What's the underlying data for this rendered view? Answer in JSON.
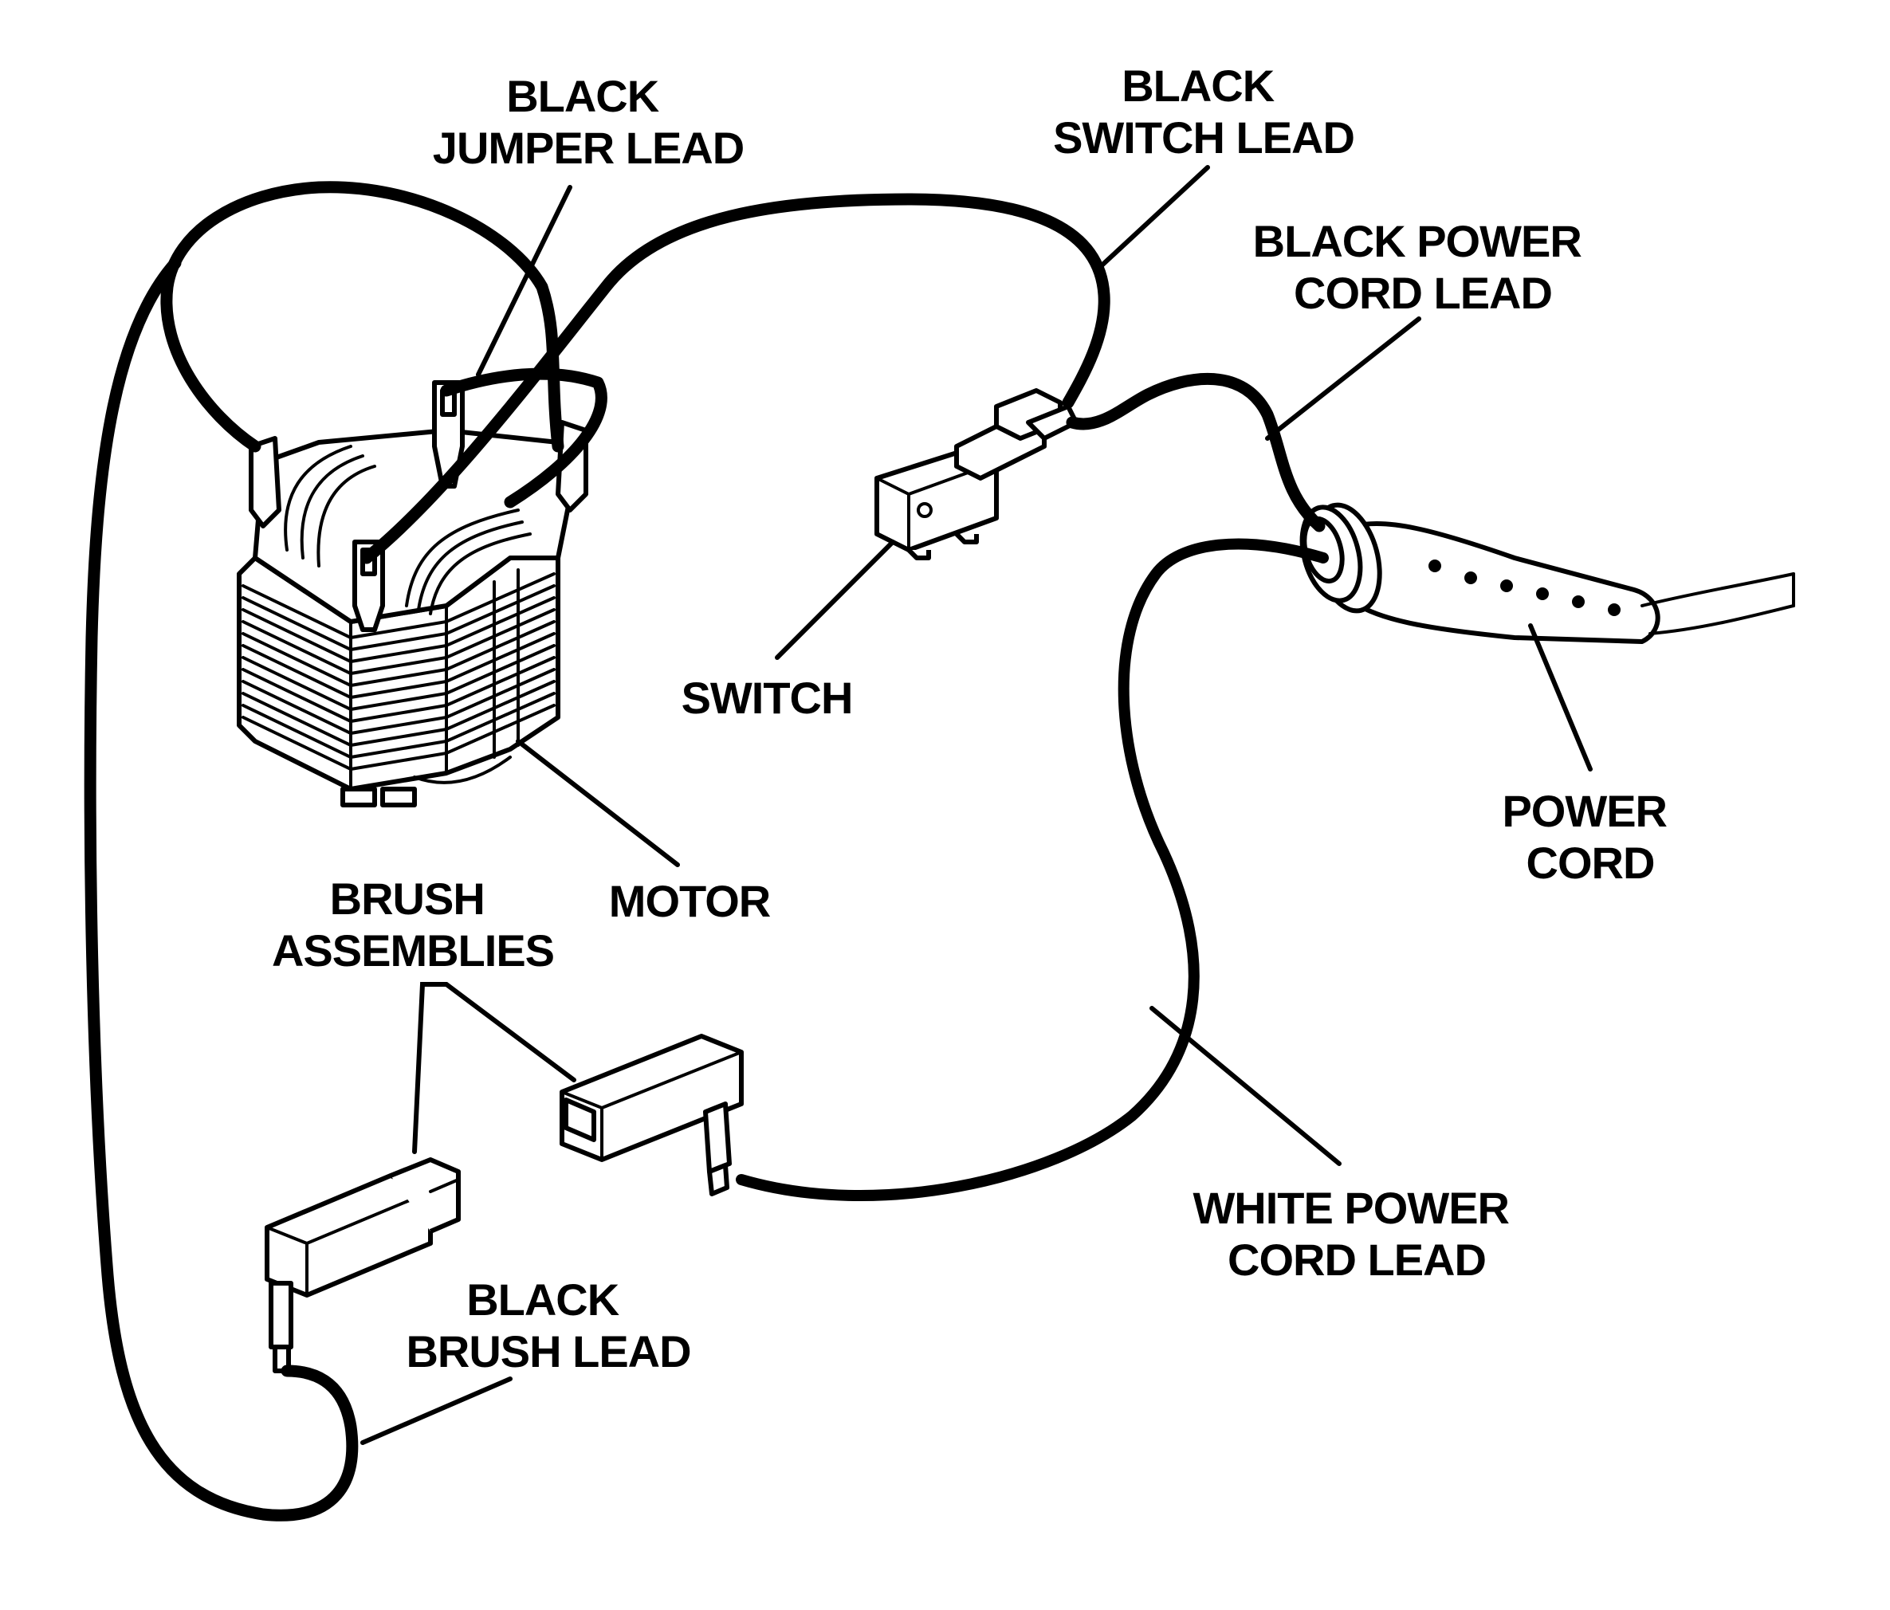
{
  "labels": {
    "black_jumper_lead": [
      "BLACK",
      "JUMPER LEAD"
    ],
    "black_switch_lead": [
      "BLACK",
      "SWITCH LEAD"
    ],
    "black_power_cord_lead": [
      "BLACK POWER",
      "CORD LEAD"
    ],
    "switch": [
      "SWITCH"
    ],
    "power_cord": [
      "POWER",
      "CORD"
    ],
    "motor": [
      "MOTOR"
    ],
    "brush_assemblies": [
      "BRUSH",
      "ASSEMBLIES"
    ],
    "white_power_cord_lead": [
      "WHITE POWER",
      "CORD LEAD"
    ],
    "black_brush_lead": [
      "BLACK",
      "BRUSH LEAD"
    ]
  },
  "colors": {
    "ink": "#000000",
    "paper": "#ffffff"
  }
}
